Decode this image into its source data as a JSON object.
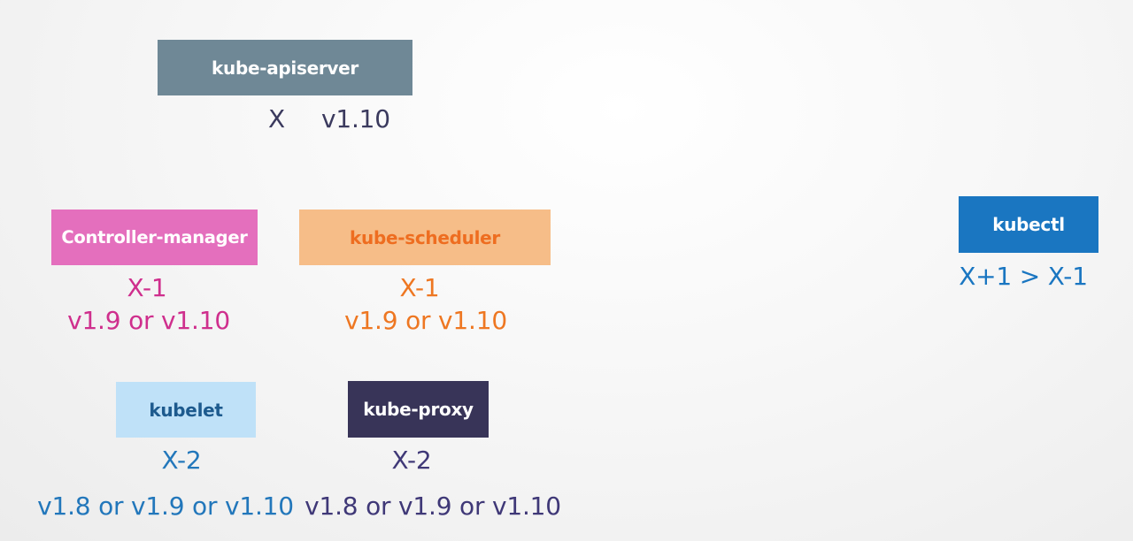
{
  "components": {
    "apiserver": {
      "label": "kube-apiserver",
      "skew": "X",
      "versions": "v1.10"
    },
    "controller_manager": {
      "label": "Controller-manager",
      "skew": "X-1",
      "versions": "v1.9 or v1.10"
    },
    "scheduler": {
      "label": "kube-scheduler",
      "skew": "X-1",
      "versions": "v1.9 or v1.10"
    },
    "kubelet": {
      "label": "kubelet",
      "skew": "X-2",
      "versions": "v1.8 or v1.9 or v1.10"
    },
    "kube_proxy": {
      "label": "kube-proxy",
      "skew": "X-2",
      "versions": "v1.8 or v1.9 or v1.10"
    },
    "kubectl": {
      "label": "kubectl",
      "skew": "X+1 > X-1"
    }
  },
  "colors": {
    "apiserver_box": "#6f8896",
    "apiserver_text": "#3b3a5e",
    "controller_manager_box": "#e46fbd",
    "controller_manager_text": "#cf2f8d",
    "scheduler_box": "#f6bd88",
    "scheduler_text": "#ee7722",
    "kubelet_box": "#bfe1f8",
    "kubelet_text": "#2277bb",
    "kube_proxy_box": "#383458",
    "kube_proxy_text": "#3f3877",
    "kubectl_box": "#1a76c1",
    "kubectl_text": "#1a76c1"
  }
}
